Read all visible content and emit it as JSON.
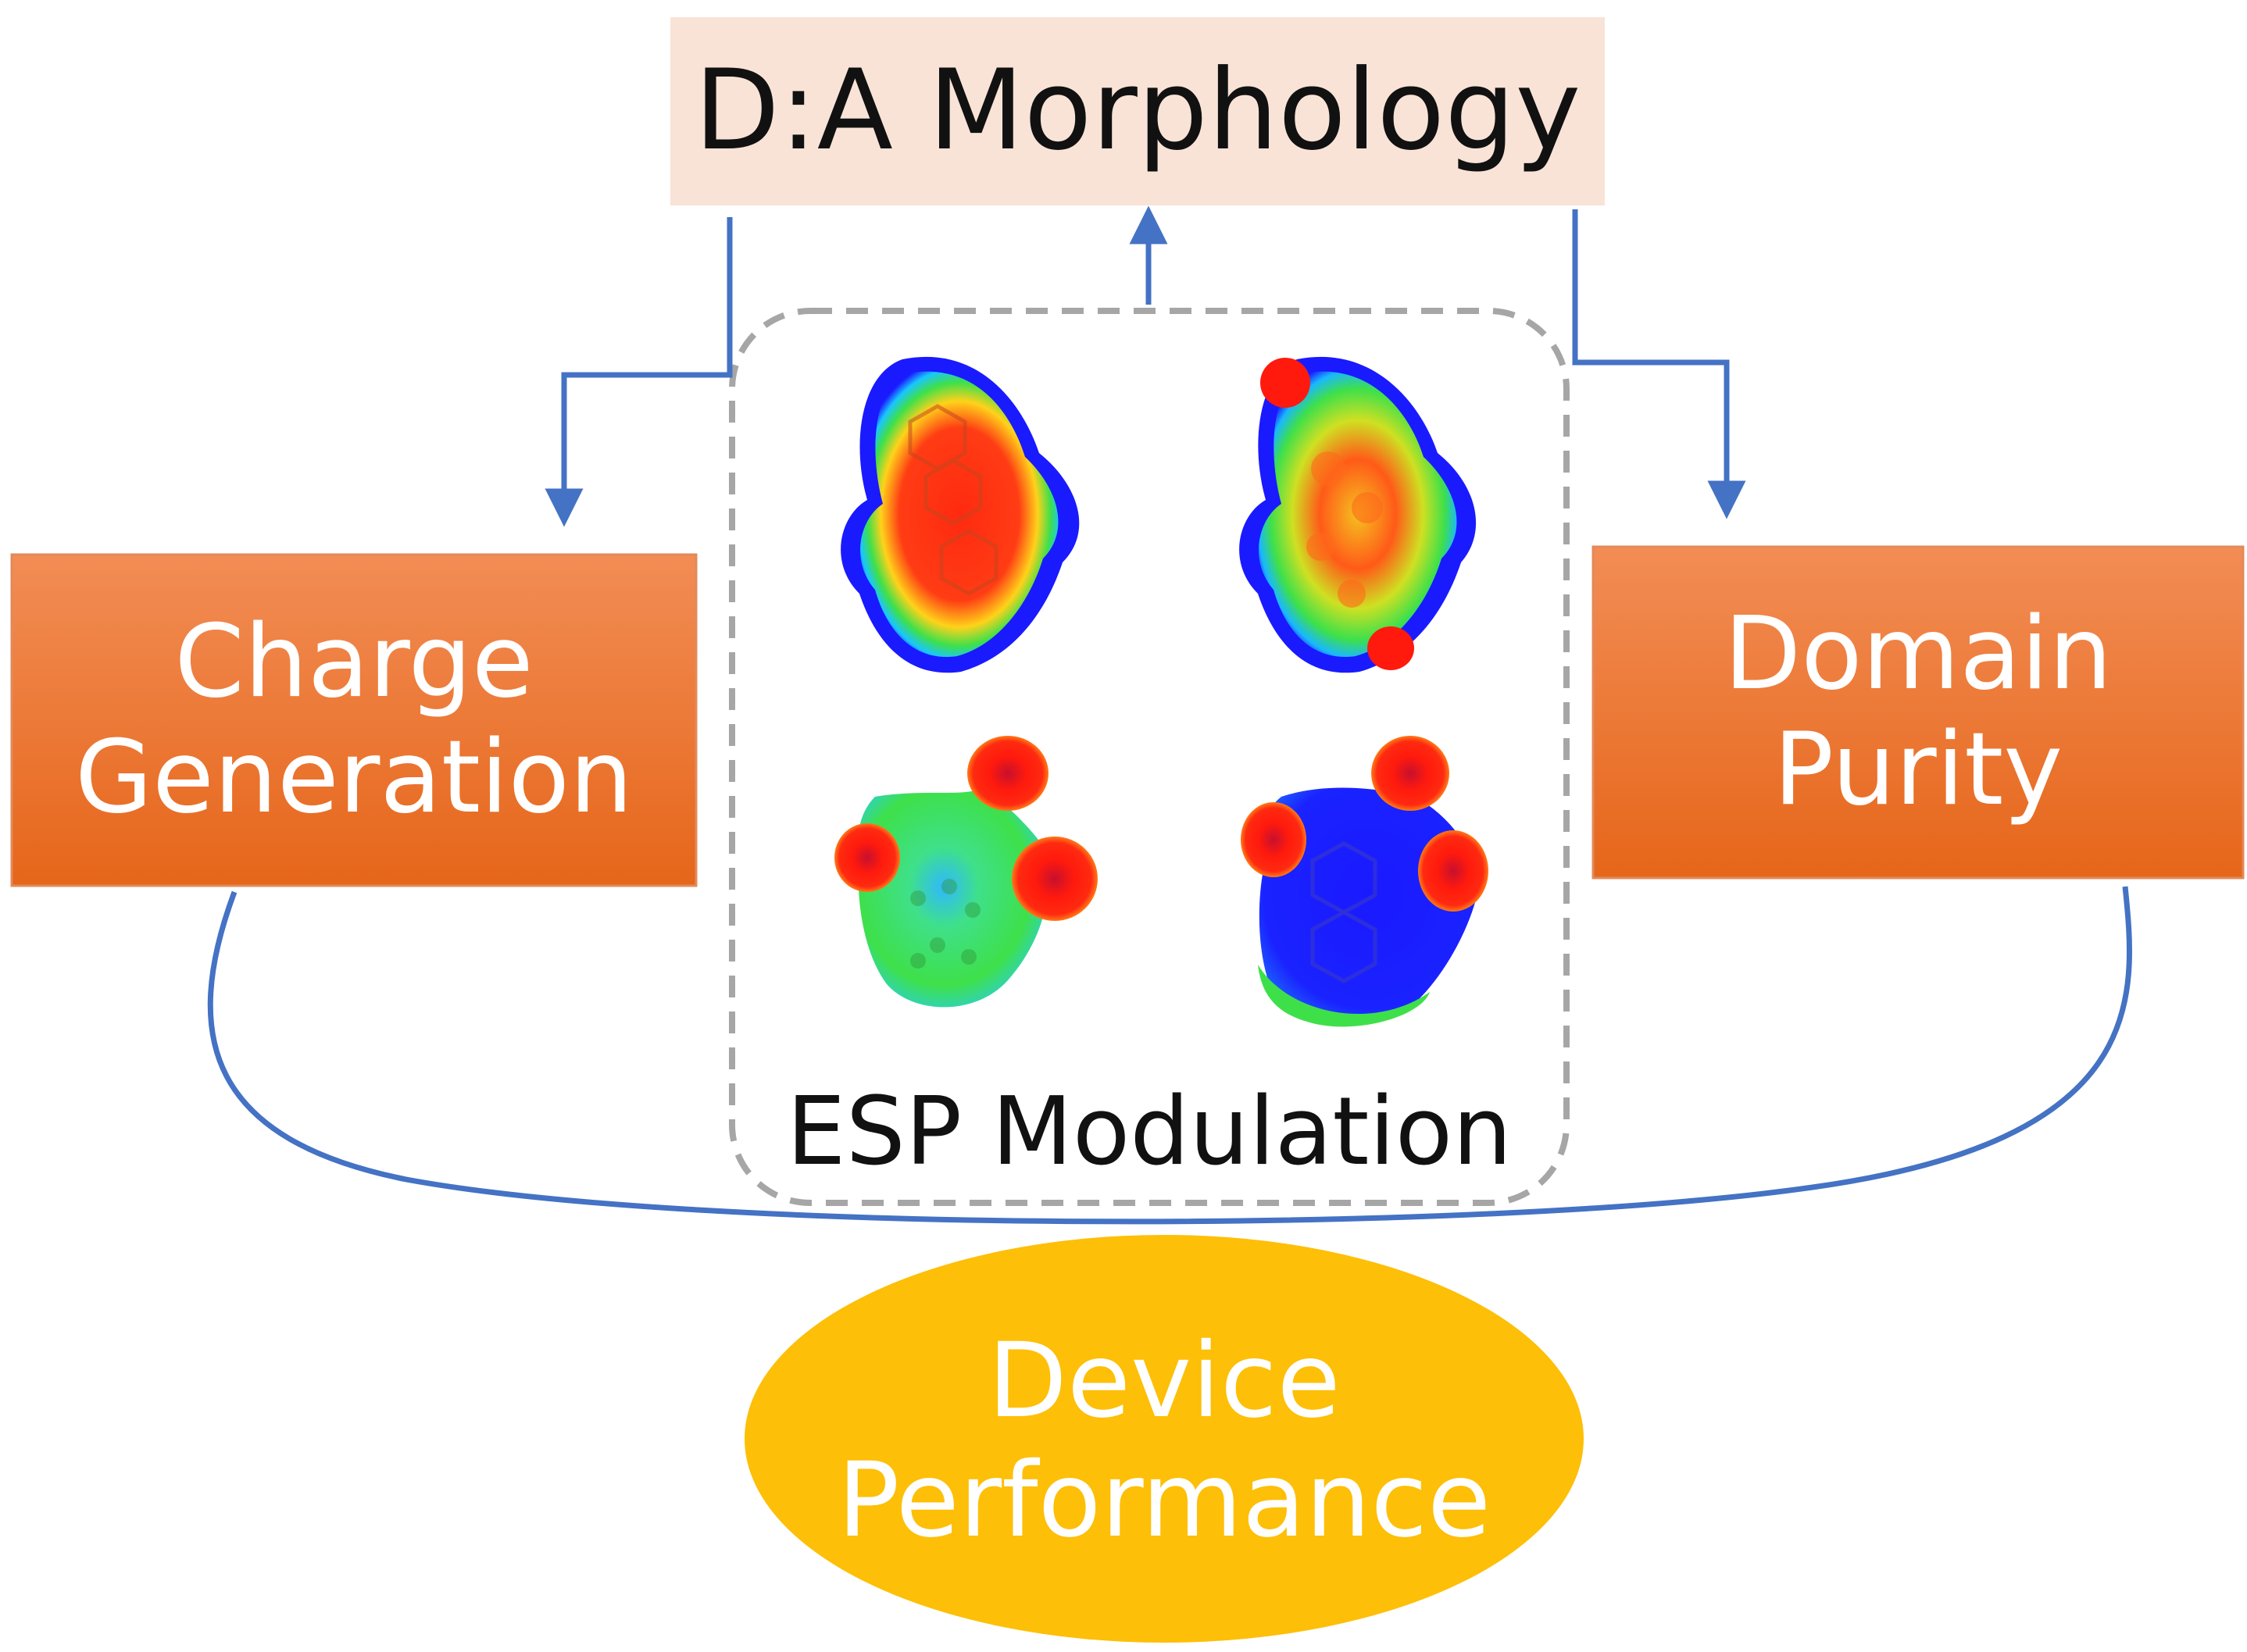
{
  "top_box": {
    "label": "D:A Morphology",
    "fill": "#f9e3d7"
  },
  "left_box": {
    "line1": "Charge",
    "line2": "Generation"
  },
  "right_box": {
    "line1": "Domain",
    "line2": "Purity"
  },
  "bottom_ellipse": {
    "line1": "Device",
    "line2": "Performance",
    "fill": "#fdbf07"
  },
  "center_panel": {
    "label": "ESP Modulation",
    "border": "#a6a6a6"
  },
  "colors": {
    "arrow": "#4472c4",
    "orange_top": "#f18b52",
    "orange_bottom": "#e8671a",
    "esp_red": "#ff1a0d",
    "esp_green": "#3ee04a",
    "esp_blue": "#1a1aff"
  },
  "esp_maps": [
    "esp-map-top-left",
    "esp-map-top-right",
    "esp-map-bottom-left",
    "esp-map-bottom-right"
  ]
}
